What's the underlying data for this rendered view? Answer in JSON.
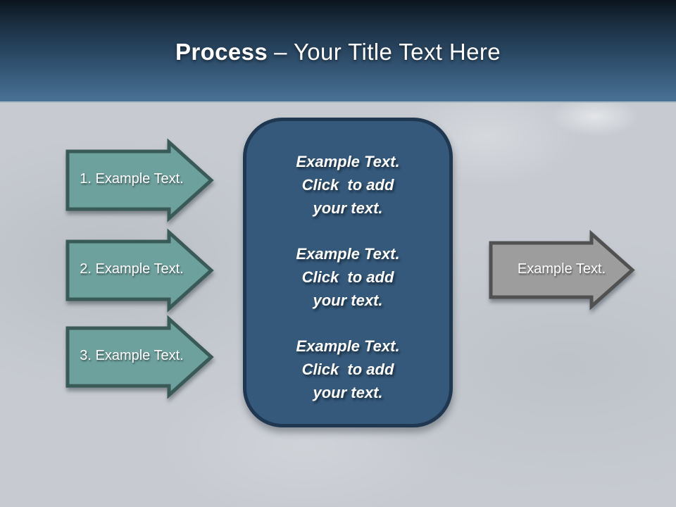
{
  "slide": {
    "title_bold": "Process",
    "title_rest": "– Your Title Text Here"
  },
  "left_arrows": [
    {
      "label": "1. Example Text."
    },
    {
      "label": "2. Example Text."
    },
    {
      "label": "3. Example Text."
    }
  ],
  "center_panel": {
    "blocks": [
      {
        "text": "Example Text.\nClick  to add\nyour text."
      },
      {
        "text": "Example Text.\nClick  to add\nyour text."
      },
      {
        "text": "Example Text.\nClick  to add\nyour text."
      }
    ]
  },
  "right_arrow": {
    "label": "Example Text."
  },
  "colors": {
    "header_top": "#0b141d",
    "header_bottom": "#4a7295",
    "title_color": "#ffffff",
    "bg": "#c7cbd1",
    "teal_fill": "#6da19e",
    "teal_border": "#3a5a58",
    "panel_fill": "#35597b",
    "panel_border": "#1f3751",
    "gray_fill": "#9d9d9d",
    "gray_border": "#515151",
    "text_white": "#ffffff"
  }
}
